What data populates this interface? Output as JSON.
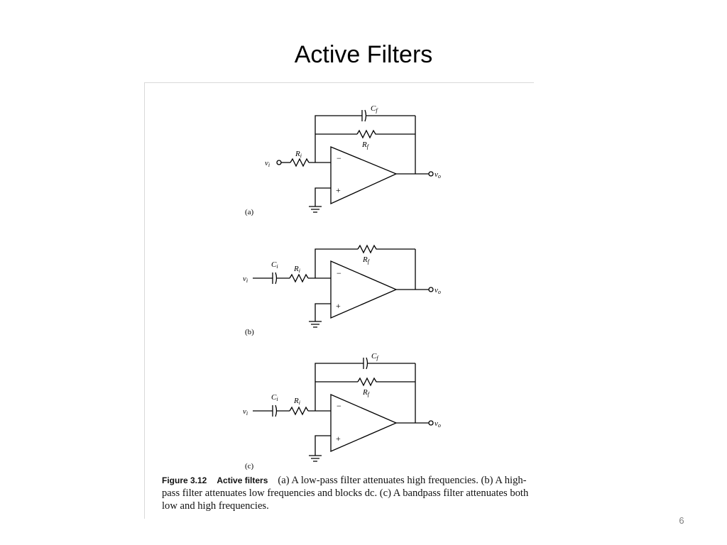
{
  "slide": {
    "title": "Active Filters",
    "page_number": "6"
  },
  "figure": {
    "number": "Figure 3.12",
    "title": "Active filters",
    "caption": "(a) A low-pass filter attenuates high frequencies. (b) A high-pass filter attenuates low frequencies and blocks dc. (c) A bandpass filter attenuates both low and high frequencies.",
    "panels": [
      {
        "tag": "(a)",
        "labels": {
          "cf": "C",
          "cf_sub": "f",
          "rf": "R",
          "rf_sub": "f",
          "ri": "R",
          "ri_sub": "i",
          "vi": "v",
          "vi_sub": "i",
          "vo": "v",
          "vo_sub": "o",
          "minus": "−",
          "plus": "+"
        }
      },
      {
        "tag": "(b)",
        "labels": {
          "ci": "C",
          "ci_sub": "i",
          "ri": "R",
          "ri_sub": "i",
          "rf": "R",
          "rf_sub": "f",
          "vi": "v",
          "vi_sub": "i",
          "vo": "v",
          "vo_sub": "o",
          "minus": "−",
          "plus": "+"
        }
      },
      {
        "tag": "(c)",
        "labels": {
          "cf": "C",
          "cf_sub": "f",
          "rf": "R",
          "rf_sub": "f",
          "ci": "C",
          "ci_sub": "i",
          "ri": "R",
          "ri_sub": "i",
          "vi": "v",
          "vi_sub": "i",
          "vo": "v",
          "vo_sub": "o",
          "minus": "−",
          "plus": "+"
        }
      }
    ]
  }
}
